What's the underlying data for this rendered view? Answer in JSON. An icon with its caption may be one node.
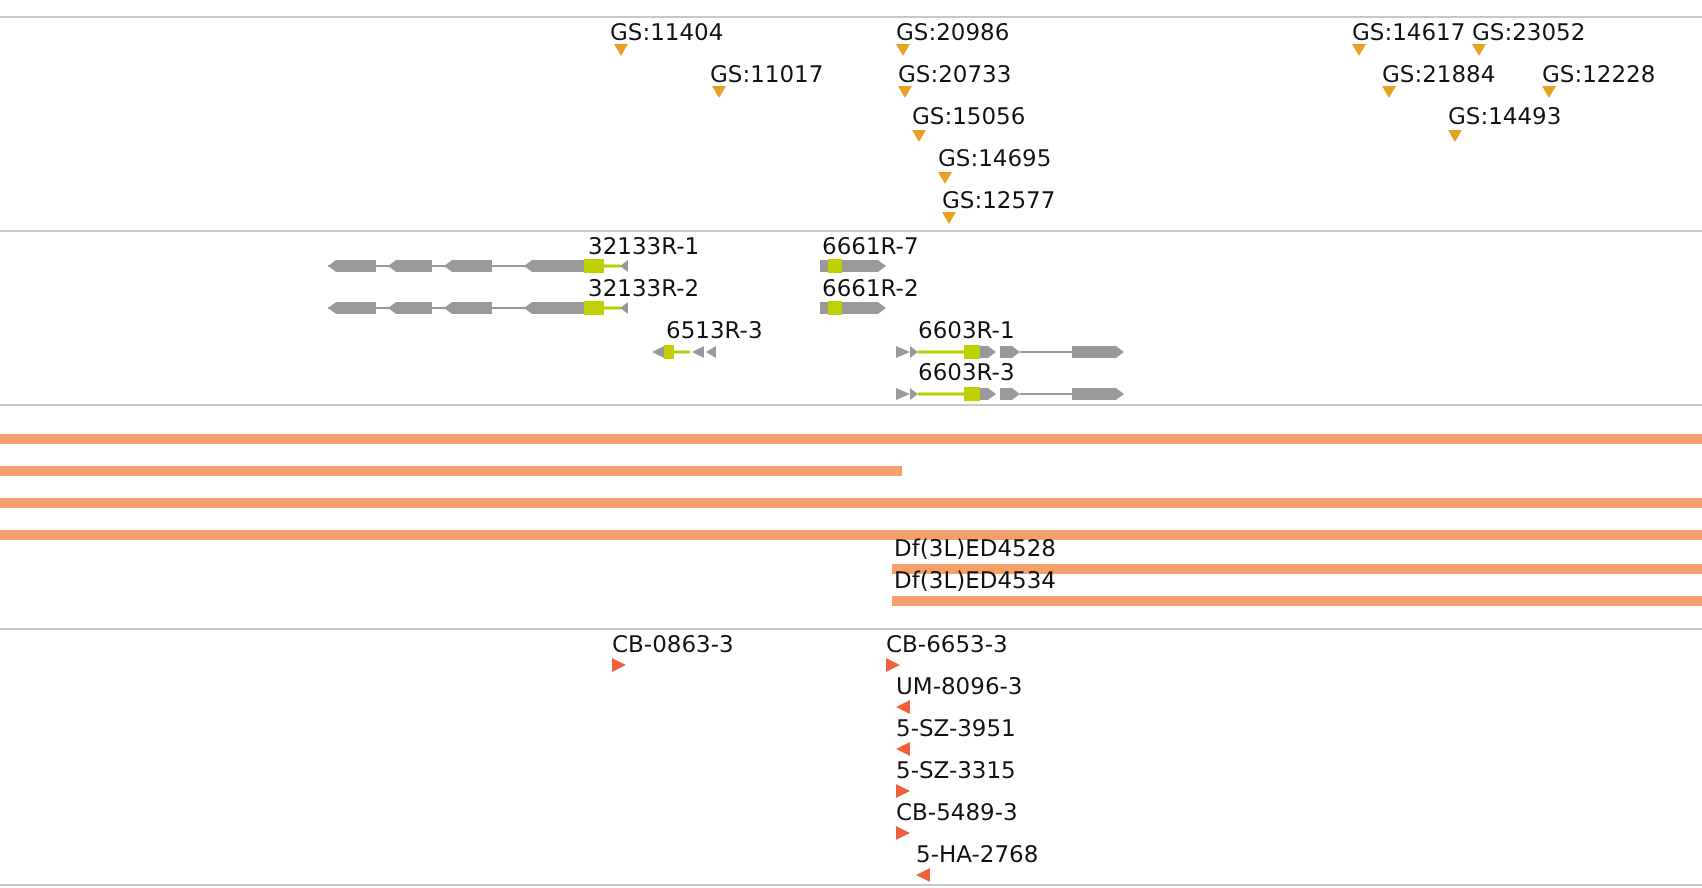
{
  "diagram": {
    "labels": [
      "GS:11404",
      "GS:20986",
      "GS:14617",
      "GS:23052",
      "GS:11017",
      "GS:20733",
      "GS:21884",
      "GS:12228",
      "GS:15056",
      "GS:14493",
      "GS:14695",
      "GS:12577",
      "32133R-1",
      "6661R-7",
      "32133R-2",
      "6661R-2",
      "6513R-3",
      "6603R-1",
      "6603R-3",
      "Df(3L)ED4528",
      "Df(3L)ED4534",
      "CB-0863-3",
      "CB-6653-3",
      "UM-8096-3",
      "5-SZ-3951",
      "5-SZ-3315",
      "CB-5489-3",
      "5-HA-2768"
    ]
  }
}
